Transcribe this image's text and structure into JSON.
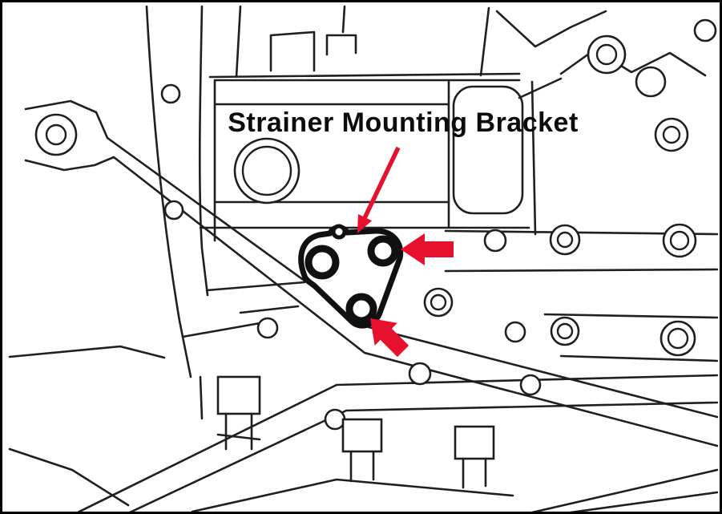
{
  "diagram": {
    "title_label": "Strainer Mounting Bracket",
    "colors": {
      "arrow_red": "#e8112d",
      "line_black": "#1f1f1f",
      "background": "#ffffff",
      "border": "#000000"
    },
    "callouts": [
      {
        "name": "label-pointer-arrow",
        "style": "thin-line-arrow"
      },
      {
        "name": "upper-bolt-arrow",
        "style": "solid-block-arrow"
      },
      {
        "name": "lower-bolt-arrow",
        "style": "solid-block-arrow"
      }
    ]
  }
}
